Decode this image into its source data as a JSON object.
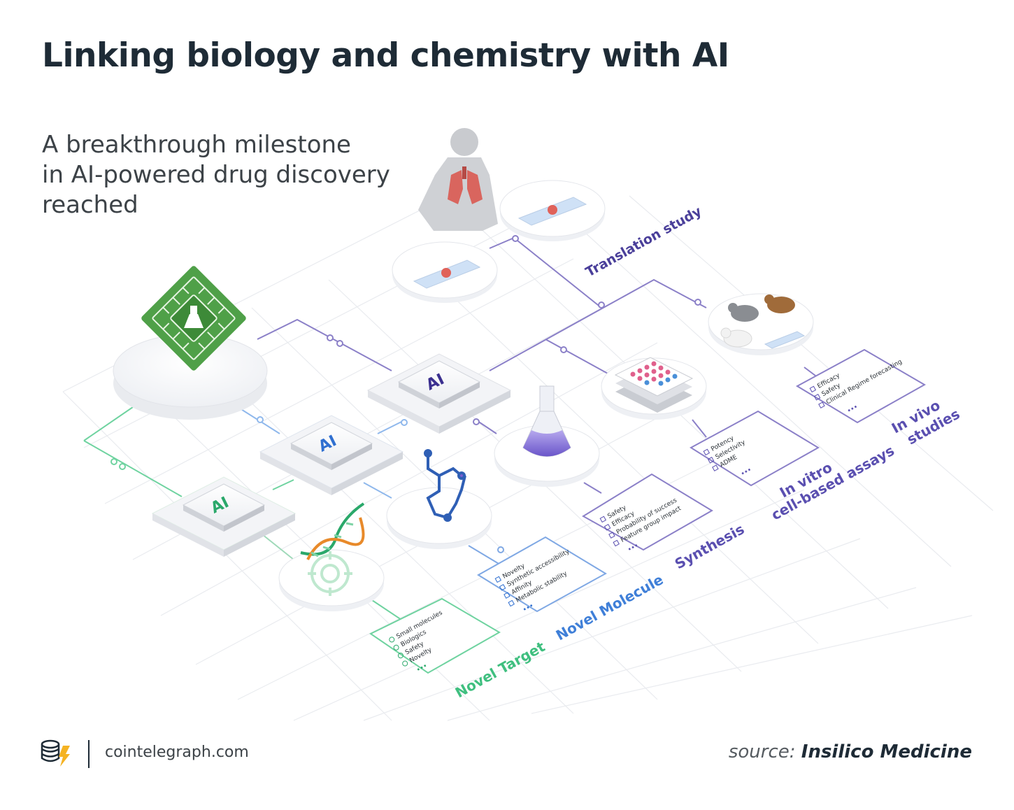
{
  "header": {
    "title": "Linking biology and chemistry with AI",
    "subtitle_lines": [
      "A breakthrough milestone",
      "in AI-powered drug discovery",
      "reached"
    ]
  },
  "chips": {
    "label": "AI"
  },
  "stages": {
    "novel_target": {
      "label": "Novel Target",
      "items": [
        "Small molecules",
        "Biologics",
        "Safety",
        "Novelty"
      ],
      "color": "#3fbf7f"
    },
    "novel_molecule": {
      "label": "Novel Molecule",
      "items": [
        "Novelty",
        "Synthetic accessibility",
        "Affinity",
        "Metabolic stability"
      ],
      "color": "#3f7fd8"
    },
    "synthesis": {
      "label": "Synthesis",
      "items": [
        "Safety",
        "Efficacy",
        "Probability of success",
        "Feature group impact"
      ],
      "color": "#5a4fb0"
    },
    "in_vitro": {
      "label_line1": "In vitro",
      "label_line2": "cell-based assays",
      "items": [
        "Potency",
        "Selectivity",
        "ADME"
      ],
      "color": "#5a4fb0"
    },
    "in_vivo": {
      "label_line1": "In vivo",
      "label_line2": "studies",
      "items": [
        "Efficacy",
        "Safety",
        "Clinical Regime forecasting"
      ],
      "color": "#5a4fb0"
    },
    "translation": {
      "label": "Translation study",
      "color": "#4a3f9a"
    }
  },
  "ellipsis": "...",
  "footer": {
    "site": "cointelegraph.com",
    "source_prefix": "source:",
    "source_name": "Insilico Medicine"
  },
  "icons": [
    "cointelegraph-logo-icon",
    "circuit-flask-icon",
    "human-lungs-icon",
    "dna-icon",
    "flask-icon",
    "well-plate-icon",
    "mice-icon",
    "molecule-icon",
    "slide-icon"
  ]
}
